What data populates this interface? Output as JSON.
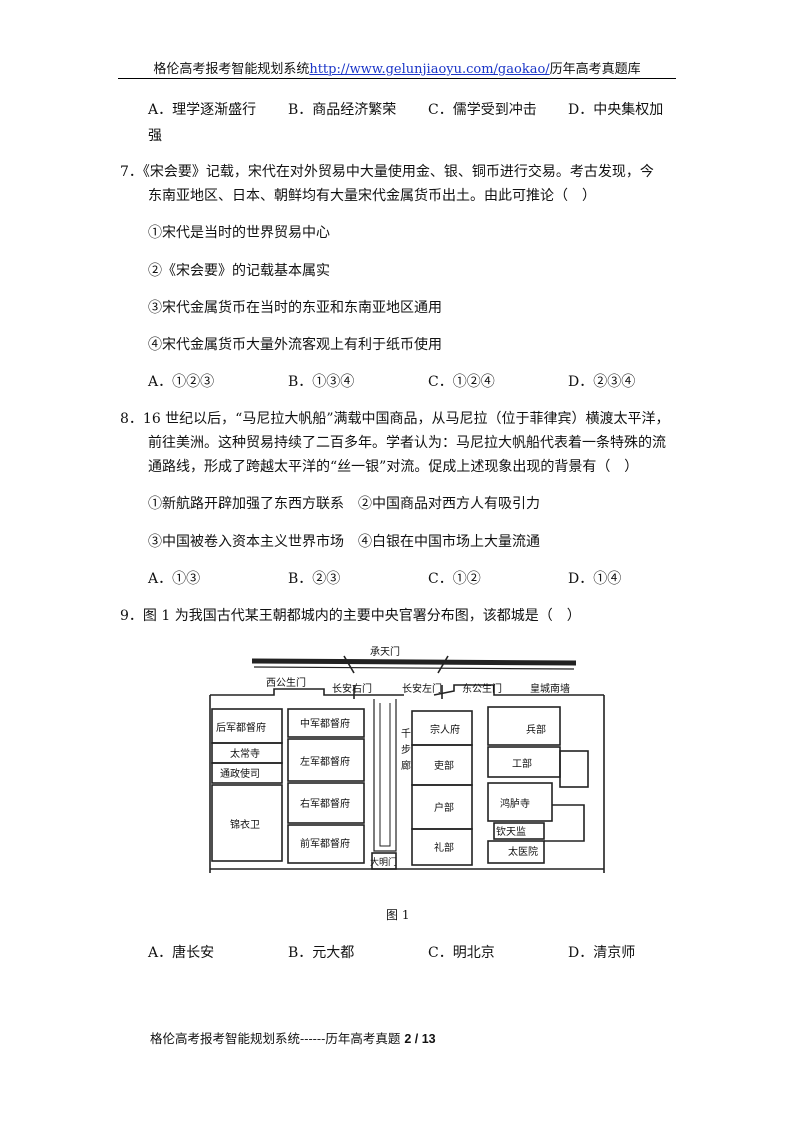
{
  "header": {
    "prefix": "格伦高考报考智能规划系统",
    "link": "http://www.gelunjiaoyu.com/gaokao/",
    "suffix": "历年高考真题库"
  },
  "q6": {
    "opt_a": "A．理学逐渐盛行",
    "opt_b": "B．商品经济繁荣",
    "opt_c": "C．儒学受到冲击",
    "opt_d": "D．中央集权加",
    "opt_d_cont": "强"
  },
  "q7": {
    "stem1": "7．《宋会要》记载，宋代在对外贸易中大量使用金、银、铜币进行交易。考古发现，今",
    "stem2": "东南亚地区、日本、朝鲜均有大量宋代金属货币出土。由此可推论（　）",
    "item1": "①宋代是当时的世界贸易中心",
    "item2": "②《宋会要》的记载基本属实",
    "item3": "③宋代金属货币在当时的东亚和东南亚地区通用",
    "item4": "④宋代金属货币大量外流客观上有利于纸币使用",
    "opt_a": "A．①②③",
    "opt_b": "B．①③④",
    "opt_c": "C．①②④",
    "opt_d": "D．②③④"
  },
  "q8": {
    "stem1": "8．16 世纪以后，“马尼拉大帆船”满载中国商品，从马尼拉（位于菲律宾）横渡太平洋，",
    "stem2": "前往美洲。这种贸易持续了二百多年。学者认为：马尼拉大帆船代表着一条特殊的流",
    "stem3": "通路线，形成了跨越太平洋的“丝一银”对流。促成上述现象出现的背景有（　）",
    "item12": "①新航路开辟加强了东西方联系　②中国商品对西方人有吸引力",
    "item34": "③中国被卷入资本主义世界市场　④白银在中国市场上大量流通",
    "opt_a": "A．①③",
    "opt_b": "B．②③",
    "opt_c": "C．①②",
    "opt_d": "D．①④"
  },
  "q9": {
    "stem": "9．图 1 为我国古代某王朝都城内的主要中央官署分布图，该都城是（　）",
    "caption": "图 1",
    "opt_a": "A．唐长安",
    "opt_b": "B．元大都",
    "opt_c": "C．明北京",
    "opt_d": "D．清京师"
  },
  "map": {
    "chengtianmen": "承天门",
    "xigongshengmen": "西公生门",
    "changanyoumen": "长安右门",
    "changanzuomen": "长安左门",
    "donggongshengmen": "东公生门",
    "huangchengnanqiang": "皇城南墙",
    "houjun": "后军都督府",
    "taichang": "太常寺",
    "tongzheng": "通政使司",
    "jinyiwei": "锦衣卫",
    "zhongjun": "中军都督府",
    "zuojun": "左军都督府",
    "youjun": "右军都督府",
    "qianjun": "前军都督府",
    "qianbulang": "千步廊",
    "damingmen": "大明门",
    "zongrenfu": "宗人府",
    "libu_official": "吏部",
    "hubu": "户部",
    "libu_rites": "礼部",
    "bingbu": "兵部",
    "gongbu": "工部",
    "honglu": "鸿胪寺",
    "qintian": "钦天监",
    "taiyiyuan": "太医院"
  },
  "footer": {
    "text": "格伦高考报考智能规划系统------历年高考真题 ",
    "page": "2 / 13"
  }
}
